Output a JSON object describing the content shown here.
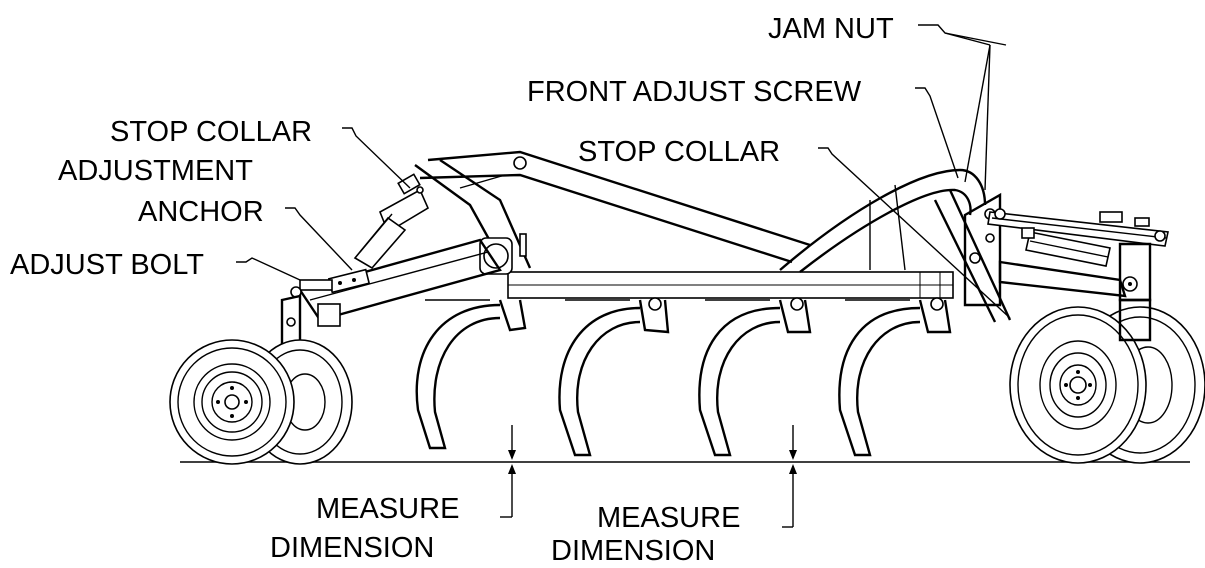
{
  "labels": {
    "jam_nut": "JAM NUT",
    "front_adjust_screw": "FRONT ADJUST SCREW",
    "stop_collar_left": "STOP COLLAR",
    "stop_collar_right": "STOP COLLAR",
    "adjustment_anchor_line1": "ADJUSTMENT",
    "adjustment_anchor_line2": "ANCHOR",
    "adjust_bolt": "ADJUST BOLT",
    "measure_dimension_left_line1": "MEASURE",
    "measure_dimension_left_line2": "DIMENSION",
    "measure_dimension_right_line1": "MEASURE",
    "measure_dimension_right_line2": "DIMENSION"
  }
}
